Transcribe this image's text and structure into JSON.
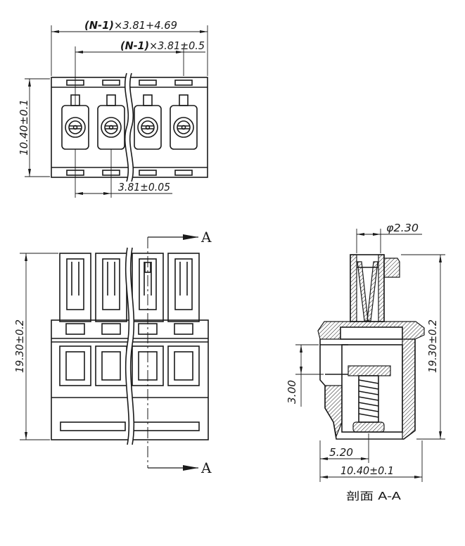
{
  "top_view": {
    "overall_length": {
      "factor": "(N-1)",
      "formula": "×3.81+4.69"
    },
    "pin_span": {
      "factor": "(N-1)",
      "formula": "×3.81±0.5"
    },
    "height": "10.40±0.1",
    "pitch": "3.81±0.05"
  },
  "front_view": {
    "height": "19.30±0.2",
    "section_marker_top": "A",
    "section_marker_bottom": "A"
  },
  "section_view": {
    "contact_diameter": "φ2.30",
    "height": "19.30±0.2",
    "wire_entry": "3.00",
    "screw_offset": "5.20",
    "depth": "10.40±0.1",
    "caption": "剖面 A-A"
  }
}
